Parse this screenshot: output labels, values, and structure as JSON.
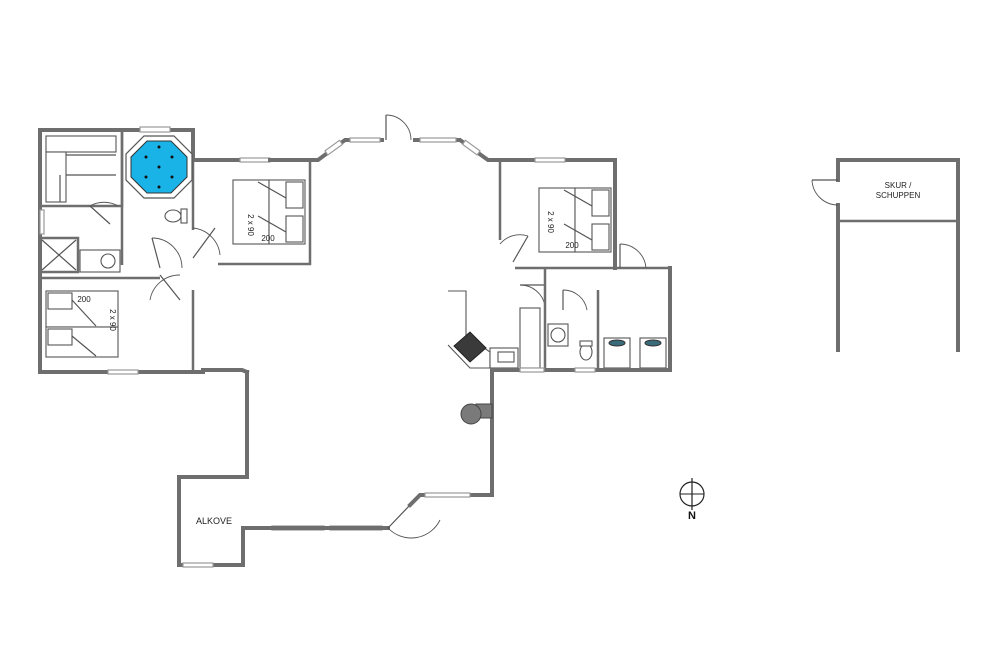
{
  "plan": {
    "labels": {
      "bed_length_1": "200",
      "bed_size_1": "2 x 90",
      "bed_length_2": "200",
      "bed_size_2": "2 x 90",
      "bed_length_3": "200",
      "bed_size_3": "2 x 90",
      "alcove": "ALKOVE",
      "shed_line1": "SKUR /",
      "shed_line2": "SCHUPPEN",
      "north": "N"
    },
    "colors": {
      "walls": "#6e6e6e",
      "spa_water": "#1ab3e8",
      "stove": "#3a3a3a",
      "fireplace": "#7a7a7a"
    }
  }
}
